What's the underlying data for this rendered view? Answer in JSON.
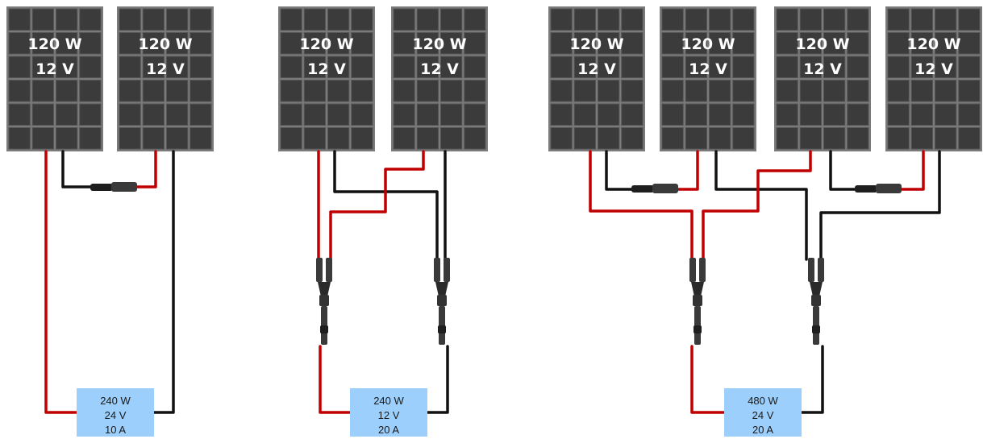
{
  "colors": {
    "panel_fill": "#3b3b3b",
    "panel_cell": "#555555",
    "panel_frame": "#7a7a7a",
    "wire_positive": "#c00000",
    "wire_negative": "#111111",
    "output_box": "#9ccffc"
  },
  "panel_rating": {
    "watts": "120 W",
    "volts": "12 V"
  },
  "diagrams": [
    {
      "id": "series",
      "panels": [
        {
          "watts": "120 W",
          "volts": "12 V"
        },
        {
          "watts": "120 W",
          "volts": "12 V"
        }
      ],
      "output": {
        "watts": "240 W",
        "volts": "24 V",
        "amps": "10 A"
      }
    },
    {
      "id": "parallel",
      "panels": [
        {
          "watts": "120 W",
          "volts": "12 V"
        },
        {
          "watts": "120 W",
          "volts": "12 V"
        }
      ],
      "output": {
        "watts": "240 W",
        "volts": "12 V",
        "amps": "20 A"
      }
    },
    {
      "id": "series-parallel",
      "panels": [
        {
          "watts": "120 W",
          "volts": "12 V"
        },
        {
          "watts": "120 W",
          "volts": "12 V"
        },
        {
          "watts": "120 W",
          "volts": "12 V"
        },
        {
          "watts": "120 W",
          "volts": "12 V"
        }
      ],
      "output": {
        "watts": "480 W",
        "volts": "24 V",
        "amps": "20 A"
      }
    }
  ]
}
